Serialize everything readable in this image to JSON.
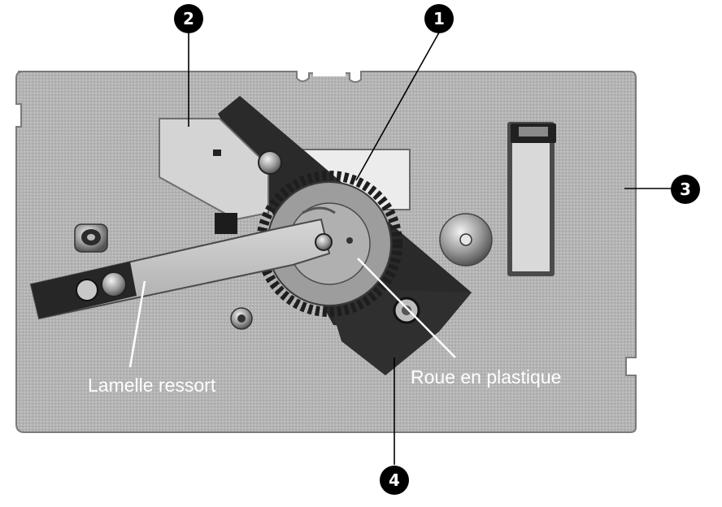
{
  "figure": {
    "callouts": [
      {
        "id": "1",
        "number": "1"
      },
      {
        "id": "2",
        "number": "2"
      },
      {
        "id": "3",
        "number": "3"
      },
      {
        "id": "4",
        "number": "4"
      }
    ],
    "labels": {
      "spring_blade": "Lamelle ressort",
      "plastic_wheel": "Roue en plastique"
    }
  }
}
